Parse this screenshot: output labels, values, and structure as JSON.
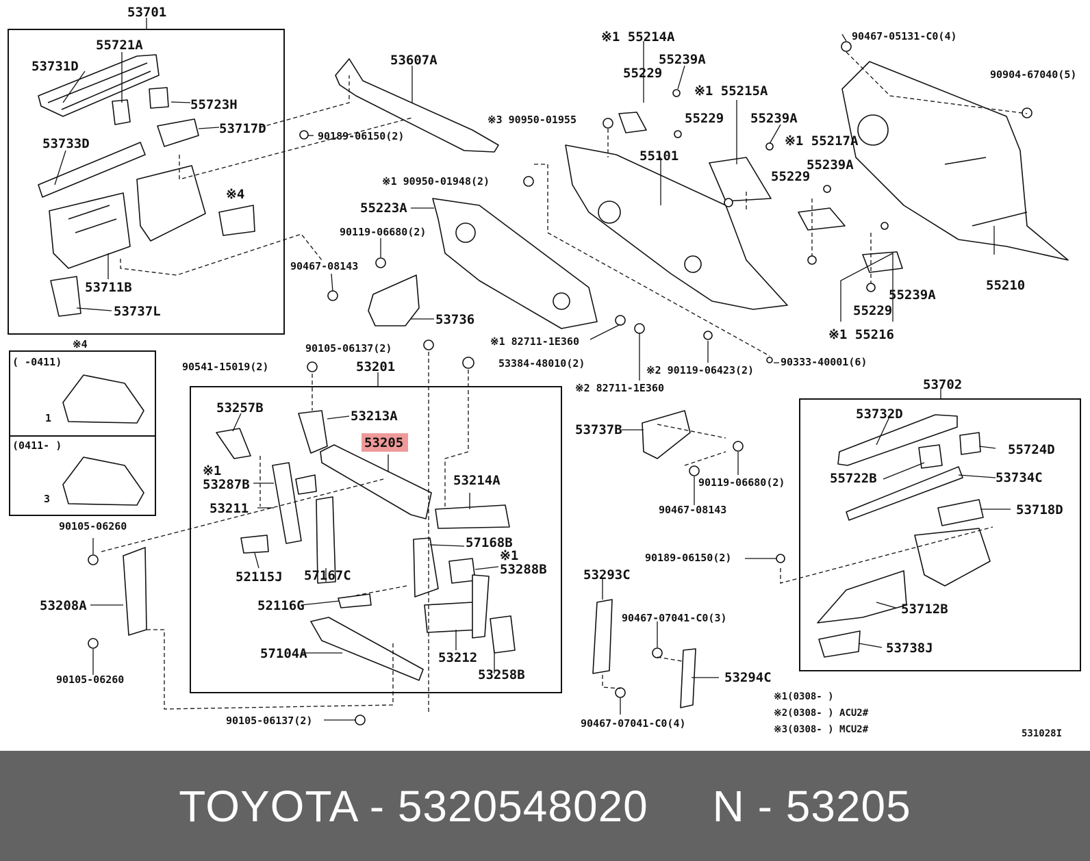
{
  "diagram": {
    "labels": {
      "l53701": "53701",
      "l55721A": "55721A",
      "l53731D": "53731D",
      "l55723H": "55723H",
      "l53717D": "53717D",
      "l53733D": "53733D",
      "lx4a": "※4",
      "l53711B": "53711B",
      "l53737L": "53737L",
      "l53607A": "53607A",
      "l90189a": "90189-06150(2)",
      "l90950a": "※3 90950-01955",
      "l90950b": "※1 90950-01948(2)",
      "l55223A": "55223A",
      "l90119a": "90119-06680(2)",
      "l90467a": "90467-08143",
      "l53736": "53736",
      "l55214A": "※1 55214A",
      "l55239Aa": "55239A",
      "l55229a": "55229",
      "l55215A": "※1 55215A",
      "l55229b": "55229",
      "l55239Ab": "55239A",
      "l55101": "55101",
      "l55217A": "※1 55217A",
      "l55239Ac": "55239A",
      "l55229c": "55229",
      "l90467b": "90467-05131-C0(4)",
      "l90904": "90904-67040(5)",
      "l55210": "55210",
      "l55239Ad": "55239A",
      "l55229d": "55229",
      "l55216": "※1 55216",
      "l82711a": "※1 82711-1E360",
      "l90119b": "※2 90119-06423(2)",
      "l90333": "90333-40001(6)",
      "l82711b": "※2 82711-1E360",
      "lx4b": "※4",
      "lrange1": "(     -0411)",
      "lnum1": "1",
      "lrange2": "(0411-     )",
      "lnum3": "3",
      "l90105a": "90105-06137(2)",
      "l90541": "90541-15019(2)",
      "l53201": "53201",
      "l53384": "53384-48010(2)",
      "l53257B": "53257B",
      "l53213A": "53213A",
      "l53205": "53205",
      "lx1a": "※1",
      "l53287B": "53287B",
      "l53214A": "53214A",
      "l53211": "53211",
      "l57168B": "57168B",
      "lx1b": "※1",
      "l53288B": "53288B",
      "l52115J": "52115J",
      "l57167C": "57167C",
      "l52116G": "52116G",
      "l57104A": "57104A",
      "l53212": "53212",
      "l53258B": "53258B",
      "l90105b": "90105-06260",
      "l53208A": "53208A",
      "l90105c": "90105-06260",
      "l90105d": "90105-06137(2)",
      "l53737B": "53737B",
      "l90119c": "90119-06680(2)",
      "l90467c": "90467-08143",
      "l90189b": "90189-06150(2)",
      "l53293C": "53293C",
      "l90467d": "90467-07041-C0(3)",
      "l53294C": "53294C",
      "l90467e": "90467-07041-C0(4)",
      "l53702": "53702",
      "l53732D": "53732D",
      "l55724D": "55724D",
      "l55722B": "55722B",
      "l53734C": "53734C",
      "l53718D": "53718D",
      "l53712B": "53712B",
      "l53738J": "53738J",
      "note1": "※1(0308-       )",
      "note2": "※2(0308-       ) ACU2#",
      "note3": "※3(0308-       ) MCU2#",
      "code": "531028I"
    }
  },
  "footer": {
    "text": "TOYOTA - 5320548020     N - 53205"
  },
  "colors": {
    "highlight": "#ef9a9a",
    "footer_bg": "#636363",
    "footer_text": "#ffffff"
  }
}
